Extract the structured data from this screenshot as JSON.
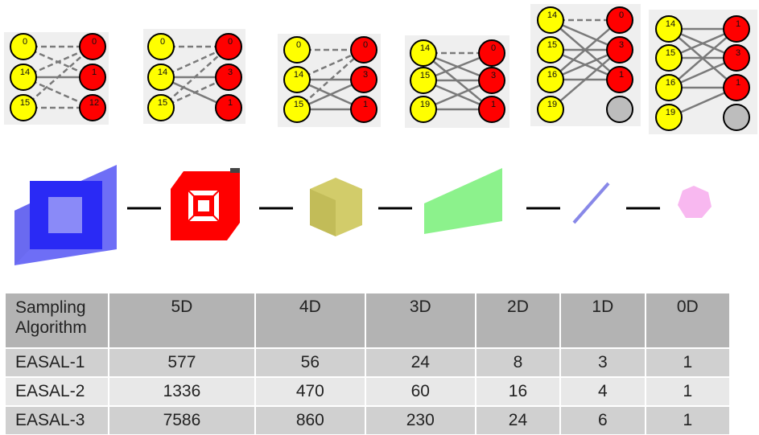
{
  "graphs": [
    {
      "left": [
        "0",
        "14",
        "15"
      ],
      "right": [
        "0",
        "1",
        "12"
      ],
      "grey": false
    },
    {
      "left": [
        "0",
        "14",
        "15"
      ],
      "right": [
        "0",
        "3",
        "1"
      ],
      "grey": false
    },
    {
      "left": [
        "0",
        "14",
        "15"
      ],
      "right": [
        "0",
        "3",
        "1"
      ],
      "grey": false
    },
    {
      "left": [
        "14",
        "15",
        "19"
      ],
      "right": [
        "0",
        "3",
        "1"
      ],
      "grey": false
    },
    {
      "left": [
        "14",
        "15",
        "16",
        "19"
      ],
      "right": [
        "0",
        "3",
        "1"
      ],
      "grey": true
    },
    {
      "left": [
        "14",
        "15",
        "16",
        "19"
      ],
      "right": [
        "1",
        "3",
        "1"
      ],
      "grey": true
    }
  ],
  "shapes": [
    {
      "name": "5d-shape",
      "color": "#3a3af0"
    },
    {
      "name": "4d-shape",
      "color": "#ff0000"
    },
    {
      "name": "3d-shape",
      "color": "#d2cc6a"
    },
    {
      "name": "2d-shape",
      "color": "#8cf28c"
    },
    {
      "name": "1d-shape",
      "color": "#8888e8"
    },
    {
      "name": "0d-shape",
      "color": "#f8b8f0"
    }
  ],
  "table": {
    "header": [
      "Sampling Algorithm",
      "5D",
      "4D",
      "3D",
      "2D",
      "1D",
      "0D"
    ],
    "rows": [
      [
        "EASAL-1",
        "577",
        "56",
        "24",
        "8",
        "3",
        "1"
      ],
      [
        "EASAL-2",
        "1336",
        "470",
        "60",
        "16",
        "4",
        "1"
      ],
      [
        "EASAL-3",
        "7586",
        "860",
        "230",
        "24",
        "6",
        "1"
      ]
    ]
  }
}
